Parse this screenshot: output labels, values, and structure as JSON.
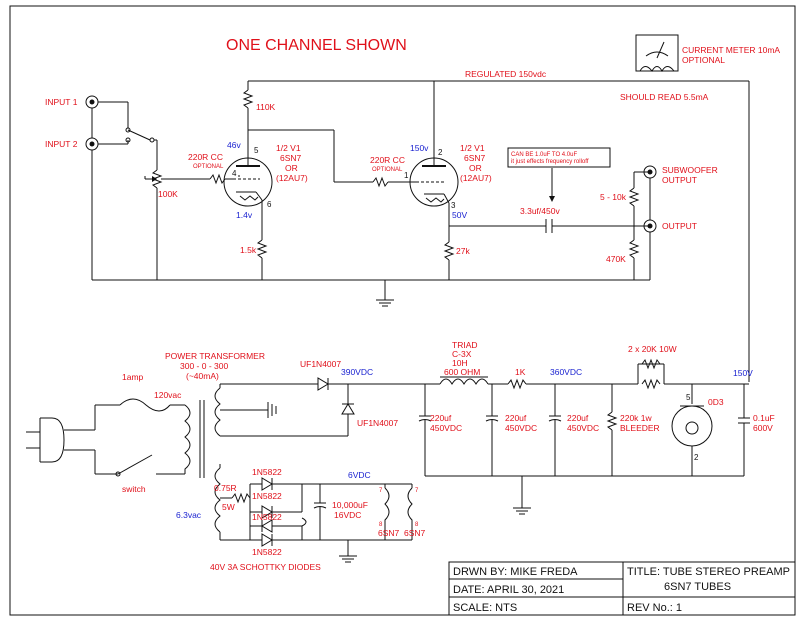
{
  "colors": {
    "red": "#e0101a",
    "blue": "#1a22d0",
    "black": "#111111"
  },
  "title": "ONE CHANNEL SHOWN",
  "rail_label": "REGULATED 150vdc",
  "meter": {
    "label1": "CURRENT METER 10mA",
    "label2": "OPTIONAL",
    "reading": "SHOULD READ 5.5mA"
  },
  "inputs": {
    "input1": "INPUT 1",
    "input2": "INPUT 2"
  },
  "pot": "100K",
  "r_plate": "110K",
  "stage1": {
    "plate_v": "46v",
    "cathode_v": "1.4v",
    "grid_res": "220R CC",
    "grid_opt": "OPTIONAL",
    "tube1": "1/2 V1",
    "tube2": "6SN7",
    "tube3": "OR",
    "tube4": "(12AU7)",
    "pin_plate": "5",
    "pin_grid": "4",
    "pin_cath": "6",
    "r_cath": "1.5k"
  },
  "stage2": {
    "plate_v": "150v",
    "cathode_v": "50V",
    "grid_res": "220R CC",
    "grid_opt": "OPTIONAL",
    "tube1": "1/2 V1",
    "tube2": "6SN7",
    "tube3": "OR",
    "tube4": "(12AU7)",
    "pin_plate": "2",
    "pin_grid": "1",
    "pin_cath": "3",
    "r_cath": "27k"
  },
  "note": {
    "line1": "CAN BE 1.0uF TO 4.0uF",
    "line2": "it just effects frequency rolloff"
  },
  "cap_out": "3.3uf/450v",
  "r_sub": "5 - 10k",
  "r_out": "470K",
  "outputs": {
    "sub1": "SUBWOOFER",
    "sub2": "OUTPUT",
    "out": "OUTPUT"
  },
  "psu": {
    "transformer1": "POWER TRANSFORMER",
    "transformer2": "300 - 0 - 300",
    "transformer3": "(~40mA)",
    "fuse": "1amp",
    "mains": "120vac",
    "switch": "switch",
    "diode1": "UF1N4007",
    "diode2": "UF1N4007",
    "v390": "390VDC",
    "v360": "360VDC",
    "v150": "150V",
    "choke1": "TRIAD",
    "choke2": "C-3X",
    "choke3": "10H",
    "choke4": "600 OHM",
    "r1k": "1K",
    "r20k": "2 x 20K 10W",
    "cap1a": "220uf",
    "cap1b": "450VDC",
    "cap2a": "220uf",
    "cap2b": "450VDC",
    "cap3a": "220uf",
    "cap3b": "450VDC",
    "bleed1": "220k 1w",
    "bleed2": "BLEEDER",
    "od3": "0D3",
    "od3_pin5": "5",
    "od3_pin2": "2",
    "cap_out1": "0.1uF",
    "cap_out2": "600V"
  },
  "heater": {
    "v": "6.3vac",
    "r1": "0.75R",
    "r2": "5W",
    "d1": "1N5822",
    "d2": "1N5822",
    "d3": "1N5822",
    "d4": "1N5822",
    "diodes": "40V 3A SCHOTTKY DIODES",
    "v6": "6VDC",
    "cap1": "10,000uF",
    "cap2": "16VDC",
    "t1": "6SN7",
    "t2": "6SN7",
    "p7a": "7",
    "p8a": "8",
    "p7b": "7",
    "p8b": "8"
  },
  "titleblock": {
    "drawn": "DRWN BY: MIKE FREDA",
    "date": "DATE: APRIL 30, 2021",
    "scale": "SCALE: NTS",
    "title1": "TITLE: TUBE STEREO PREAMP",
    "title2": "6SN7 TUBES",
    "rev": "REV No.: 1"
  }
}
